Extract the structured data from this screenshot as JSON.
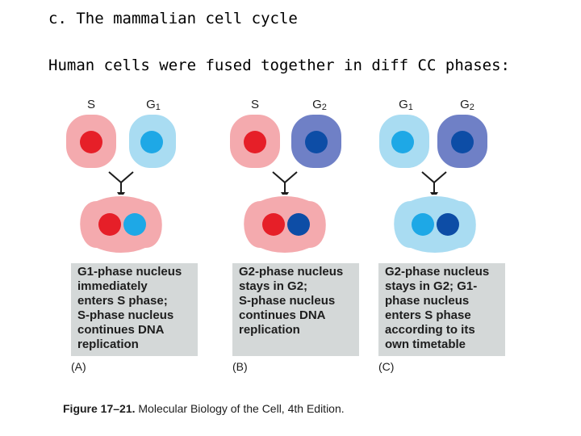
{
  "slide": {
    "title": "c. The mammalian cell cycle",
    "intro": "Human cells were fused together in diff CC phases:"
  },
  "colors": {
    "s_cell": "#f4aaae",
    "s_nucleus": "#e61f28",
    "g1_cell": "#a9dcf2",
    "g1_nucleus": "#1ea8e6",
    "g2_cell": "#6f80c6",
    "g2_nucleus": "#0d4da6",
    "outline": "#ffffff",
    "caption_bg": "#d4d8d8"
  },
  "panels": [
    {
      "id": "A",
      "letter": "(A)",
      "left": {
        "phase": "S",
        "sub": "",
        "kind": "s"
      },
      "right": {
        "phase": "G",
        "sub": "1",
        "kind": "g1"
      },
      "fused_bg": "s",
      "caption_lines": [
        "G1-phase nucleus",
        "immediately",
        "enters S phase;",
        "S-phase nucleus",
        "continues DNA",
        "replication"
      ]
    },
    {
      "id": "B",
      "letter": "(B)",
      "left": {
        "phase": "S",
        "sub": "",
        "kind": "s"
      },
      "right": {
        "phase": "G",
        "sub": "2",
        "kind": "g2"
      },
      "fused_bg": "s",
      "caption_lines": [
        "G2-phase nucleus",
        "stays in G2;",
        "S-phase nucleus",
        "continues DNA",
        "replication"
      ]
    },
    {
      "id": "C",
      "letter": "(C)",
      "left": {
        "phase": "G",
        "sub": "1",
        "kind": "g1"
      },
      "right": {
        "phase": "G",
        "sub": "2",
        "kind": "g2"
      },
      "fused_bg": "g1",
      "caption_lines": [
        "G2-phase nucleus",
        "stays in G2; G1-",
        "phase nucleus",
        "enters S phase",
        "according to its",
        "own timetable"
      ]
    }
  ],
  "figure_caption": {
    "label": "Figure 17–21.",
    "text": " Molecular Biology of the Cell, 4th Edition."
  }
}
